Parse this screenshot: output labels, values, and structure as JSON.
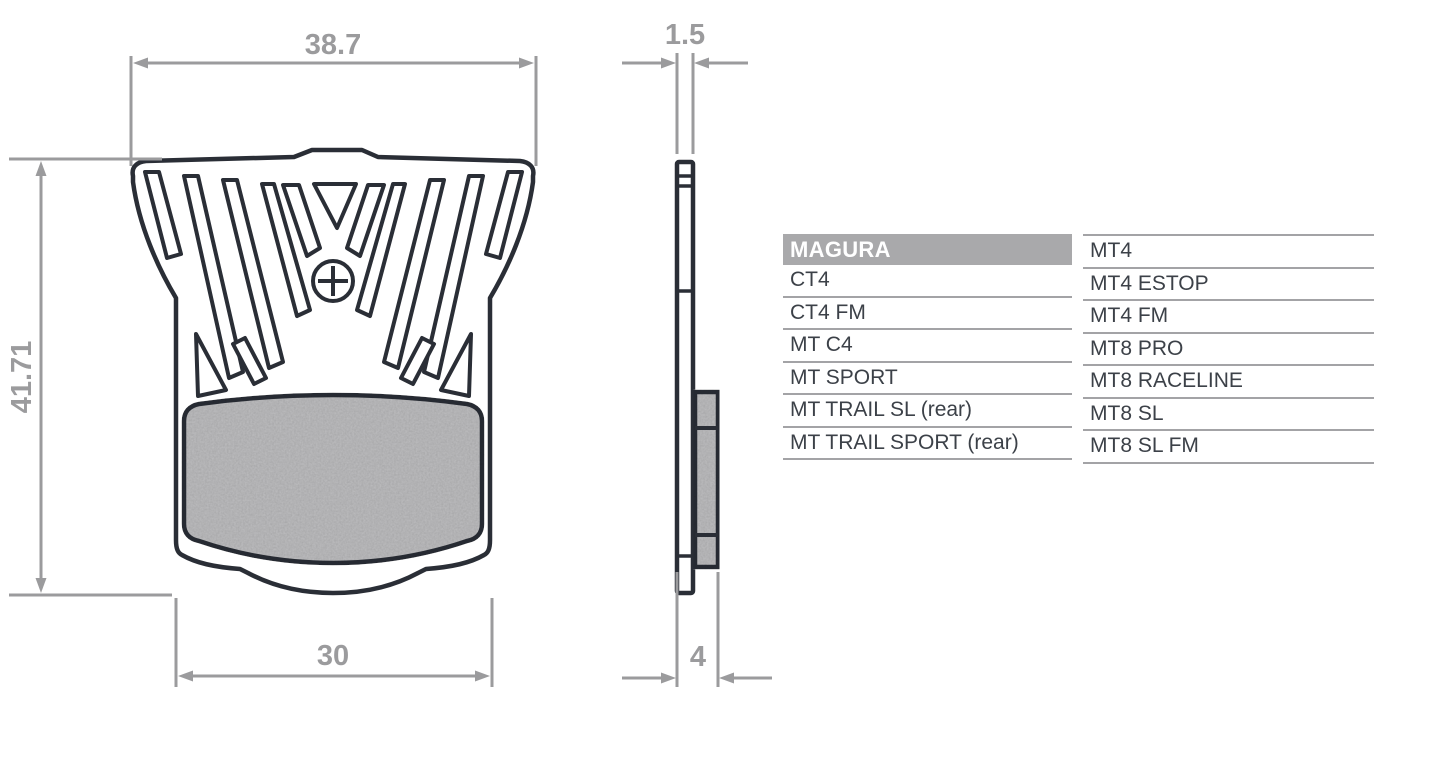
{
  "diagram": {
    "dimensions": {
      "top_width": "38.7",
      "left_height": "41.71",
      "bottom_width": "30",
      "side_plate_thickness": "1.5",
      "side_total_thickness": "4"
    }
  },
  "table": {
    "brand_header": "MAGURA",
    "left_column": [
      "CT4",
      "CT4 FM",
      "MT C4",
      "MT SPORT",
      "MT TRAIL SL (rear)",
      "MT TRAIL SPORT (rear)"
    ],
    "right_column": [
      "MT4",
      "MT4 ESTOP",
      "MT4 FM",
      "MT8 PRO",
      "MT8 RACELINE",
      "MT8 SL",
      "MT8 SL FM"
    ]
  },
  "colors": {
    "outline": "#2a2e36",
    "dimension": "#9b9b9d",
    "friction_material": "#a2a2a4",
    "header_background": "#a9a9ab",
    "header_text": "#ffffff",
    "row_text": "#3c4148",
    "row_line": "#a3a3a6"
  }
}
